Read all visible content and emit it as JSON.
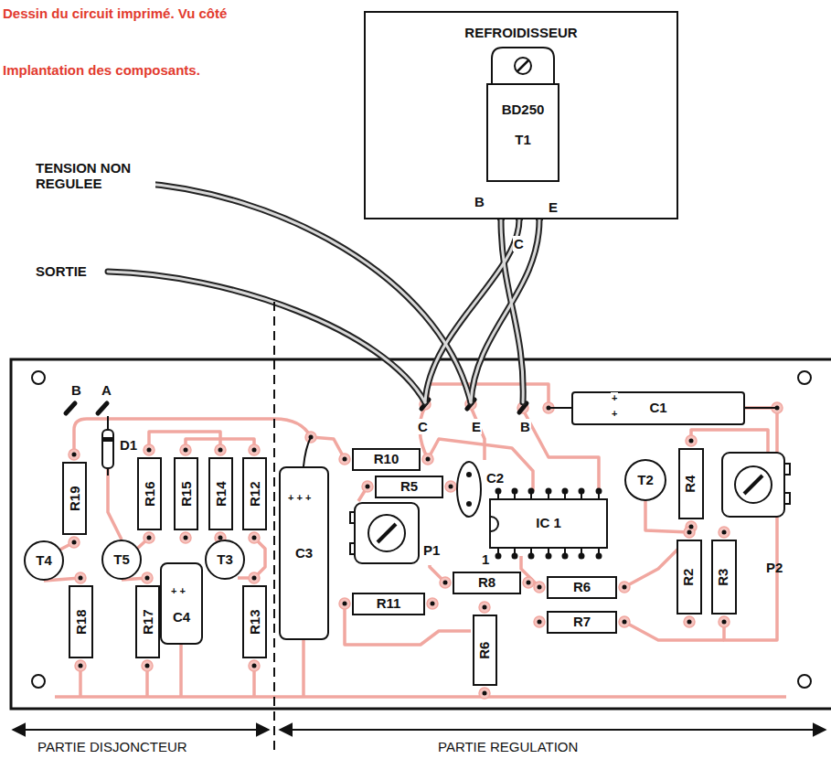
{
  "diagram": {
    "nodes": [
      {
        "text": [
          "REFROIDISSEUR"
        ]
      },
      {
        "text": [
          "BD250",
          "T1"
        ],
        "in": 0
      },
      {
        "text": [
          "C1"
        ]
      },
      {
        "text": [
          "R10"
        ]
      },
      {
        "text": [
          "R19"
        ]
      },
      {
        "text": [
          "R16"
        ]
      },
      {
        "text": [
          "R15"
        ]
      },
      {
        "text": [
          "R14"
        ]
      },
      {
        "text": [
          "R12"
        ]
      },
      {
        "text": [
          "C3"
        ]
      },
      {
        "text": [
          "C2"
        ]
      },
      {
        "text": [
          "T2"
        ]
      },
      {
        "text": [
          "R4"
        ]
      },
      {
        "text": [
          "P2"
        ]
      },
      {
        "text": [
          "R5"
        ]
      },
      {
        "text": [
          "IC 1"
        ]
      },
      {
        "text": [
          "P1"
        ]
      },
      {
        "text": [
          "T4"
        ]
      },
      {
        "text": [
          "T5"
        ]
      },
      {
        "text": [
          "T3"
        ]
      },
      {
        "text": [
          "C4"
        ]
      },
      {
        "text": [
          "R8"
        ]
      },
      {
        "text": [
          "R6"
        ]
      },
      {
        "text": [
          "R11"
        ]
      },
      {
        "text": [
          "R7"
        ]
      },
      {
        "text": [
          "R2"
        ]
      },
      {
        "text": [
          "R3"
        ]
      },
      {
        "text": [
          "R18"
        ]
      },
      {
        "text": [
          "R17"
        ]
      },
      {
        "text": [
          "R13"
        ]
      },
      {
        "text": [
          "R6"
        ]
      }
    ],
    "labels": [
      "Dessin du circuit imprimé. Vu côté",
      "Implantation des composants.",
      "TENSION NON REGULEE",
      "SORTIE",
      "B",
      "C",
      "E",
      "C",
      "E",
      "B",
      "B",
      "A",
      "D1",
      "+ + +",
      "+ +",
      "+",
      "+",
      "1",
      "PARTIE DISJONCTEUR",
      "PARTIE REGULATION"
    ]
  }
}
